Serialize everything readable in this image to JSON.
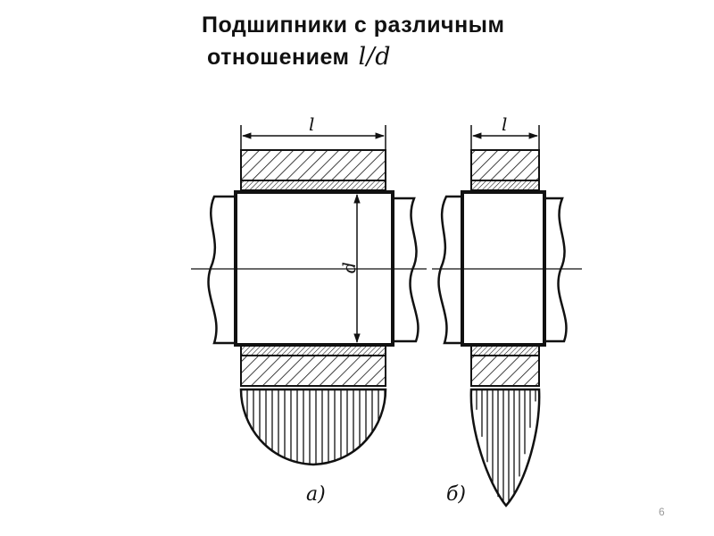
{
  "slide": {
    "title_line1": "Подшипники  с  различным",
    "title_line2": "отношением",
    "title_ratio": "l/d",
    "number": "6"
  },
  "diagram": {
    "label_length": "l",
    "label_diameter": "d",
    "caption_a": "а)",
    "caption_b": "б)"
  },
  "colors": {
    "ink": "#111111",
    "background": "#ffffff",
    "slide_number": "#9a9a9a"
  }
}
